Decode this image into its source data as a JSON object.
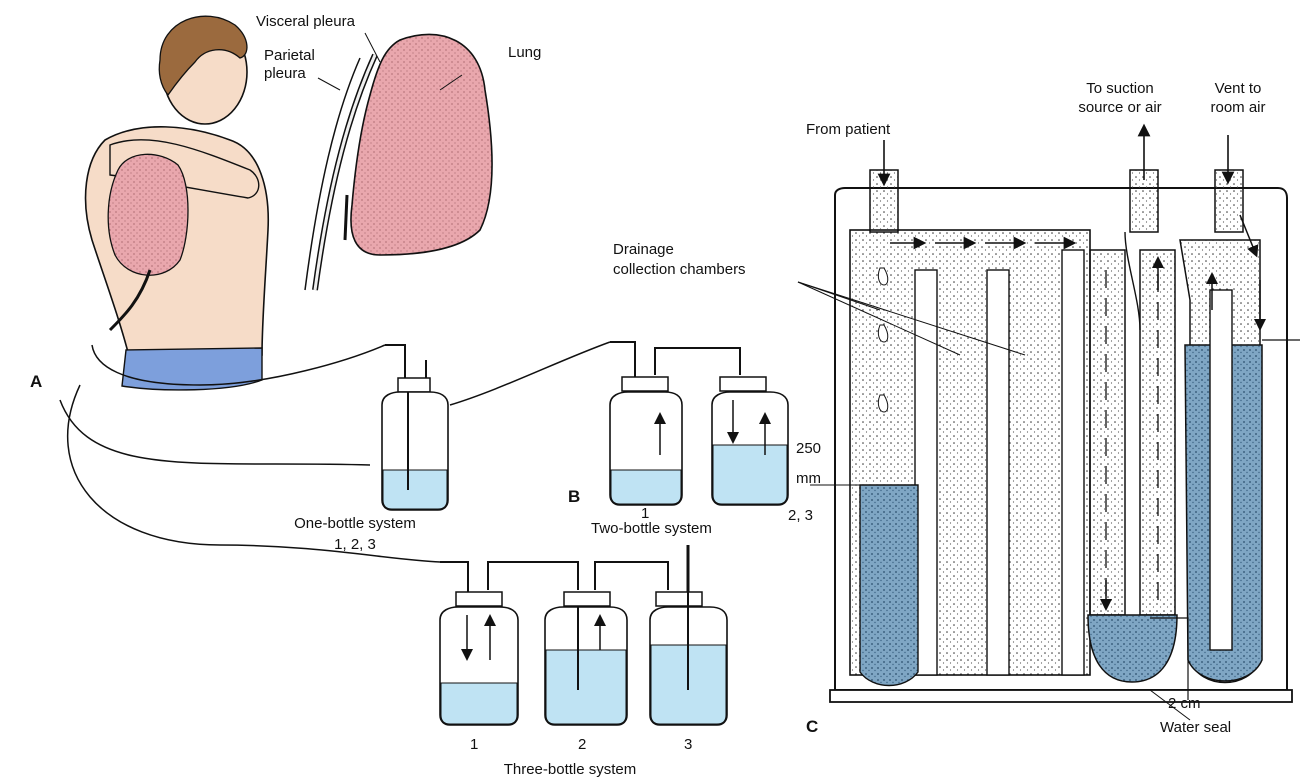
{
  "panels": {
    "a": "A",
    "b": "B",
    "c": "C"
  },
  "labels": {
    "visceral_pleura": "Visceral pleura",
    "parietal_pleura_1": "Parietal",
    "parietal_pleura_2": "pleura",
    "lung": "Lung",
    "from_patient": "From patient",
    "to_suction_1": "To suction",
    "to_suction_2": "source or air",
    "vent_1": "Vent to",
    "vent_2": "room air",
    "drainage_1": "Drainage",
    "drainage_2": "collection chambers",
    "height_250_1": "250",
    "height_250_2": "mm",
    "two_cm": "2 cm",
    "water_seal": "Water seal"
  },
  "systems": {
    "one_bottle": {
      "title": "One-bottle system",
      "numbers": "1, 2, 3"
    },
    "two_bottle": {
      "title": "Two-bottle system",
      "bottle_1": "1",
      "bottle_23": "2, 3"
    },
    "three_bottle": {
      "title": "Three-bottle system",
      "bottle_1": "1",
      "bottle_2": "2",
      "bottle_3": "3"
    }
  },
  "colors": {
    "skin": "#f6dcc8",
    "lung": "#e9a7ad",
    "shorts": "#7d9fdc",
    "hair": "#9b6a3e",
    "water": "#bfe3f3",
    "deep_water": "#7fa6c4",
    "outline": "#111111"
  }
}
